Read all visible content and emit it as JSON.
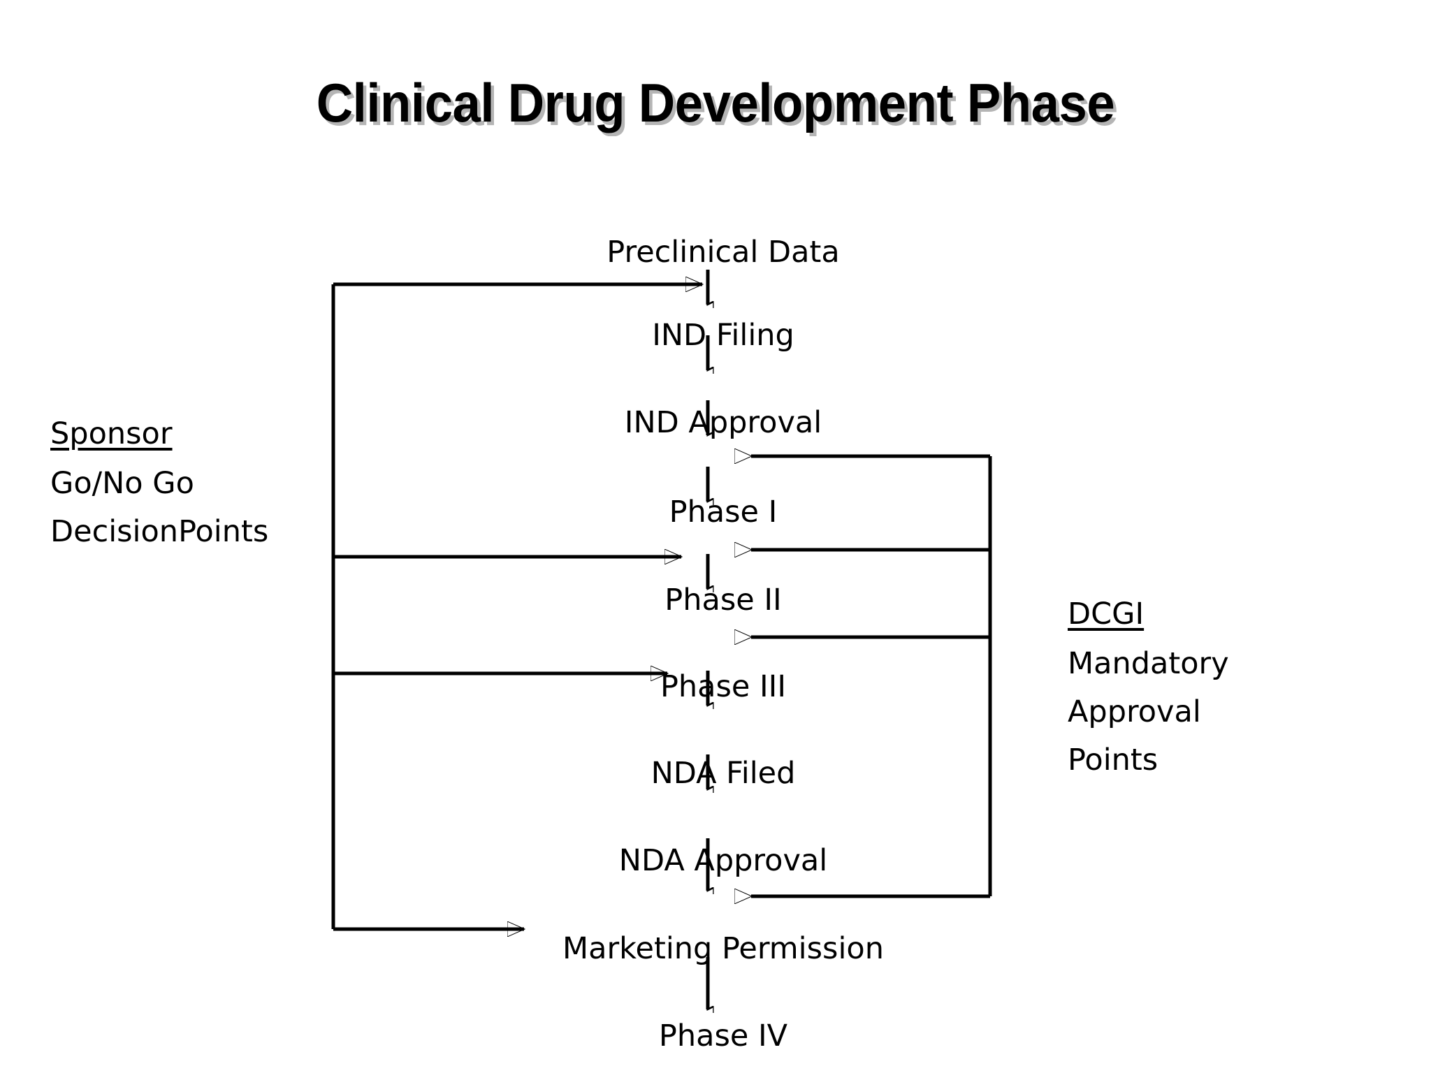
{
  "slide": {
    "title": "Clinical Drug Development Phase",
    "background_color": "#ffffff",
    "text_color": "#000000"
  },
  "flow": {
    "nodes": [
      {
        "id": "preclinical-data",
        "label": "Preclinical Data"
      },
      {
        "id": "ind-filing",
        "label": "IND Filing"
      },
      {
        "id": "ind-approval",
        "label": "IND Approval"
      },
      {
        "id": "phase-i",
        "label": "Phase I"
      },
      {
        "id": "phase-ii",
        "label": "Phase II"
      },
      {
        "id": "phase-iii",
        "label": "Phase III"
      },
      {
        "id": "nda-filed",
        "label": "NDA Filed"
      },
      {
        "id": "nda-approval",
        "label": "NDA Approval"
      },
      {
        "id": "marketing-permission",
        "label": "Marketing Permission"
      },
      {
        "id": "phase-iv",
        "label": "Phase IV"
      }
    ]
  },
  "left_annotation": {
    "heading": "Sponsor",
    "lines": [
      "Go/No Go",
      "DecisionPoints"
    ]
  },
  "right_annotation": {
    "heading": "DCGI",
    "lines": [
      "Mandatory",
      "Approval",
      "Points"
    ]
  }
}
